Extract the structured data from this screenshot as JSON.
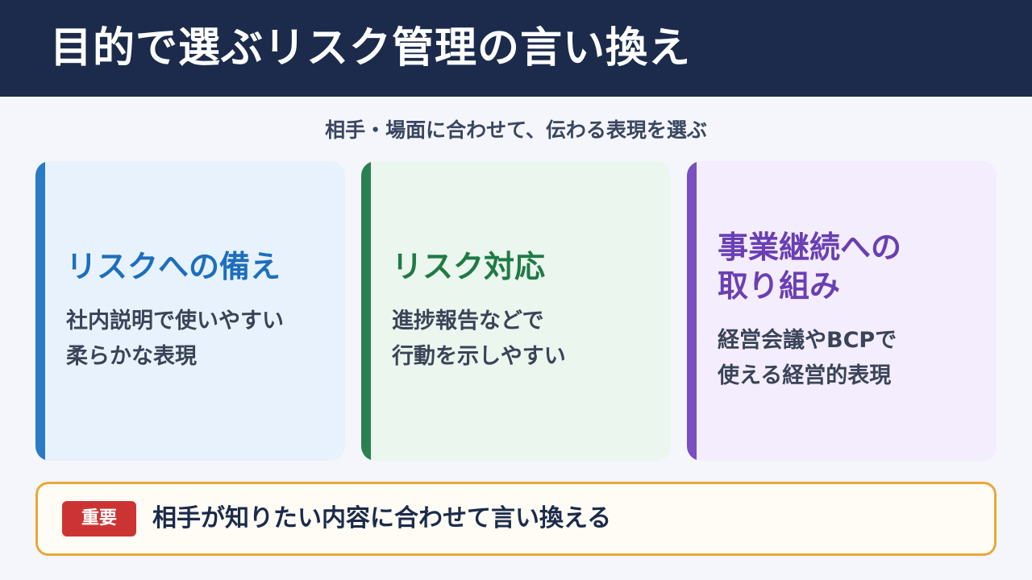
{
  "header": {
    "title": "目的で選ぶリスク管理の言い換え"
  },
  "subtitle": "相手・場面に合わせて、伝わる表現を選ぶ",
  "cards": [
    {
      "title_lines": [
        "リスクへの備え"
      ],
      "desc_lines": [
        "社内説明で使いやすい",
        "柔らかな表現"
      ]
    },
    {
      "title_lines": [
        "リスク対応"
      ],
      "desc_lines": [
        "進捗報告などで",
        "行動を示しやすい"
      ]
    },
    {
      "title_lines": [
        "事業継続への",
        "取り組み"
      ],
      "desc_lines": [
        "経営会議やBCPで",
        "使える経営的表現"
      ]
    }
  ],
  "note": {
    "badge": "重要",
    "text": "相手が知りたい内容に合わせて言い換える"
  },
  "colors": {
    "header_bg": "#1c2b4b",
    "card1_accent": "#2a7ac7",
    "card2_accent": "#2a8050",
    "card3_accent": "#7a4fc0",
    "note_border": "#e9a83a",
    "badge_bg": "#cc3434"
  }
}
